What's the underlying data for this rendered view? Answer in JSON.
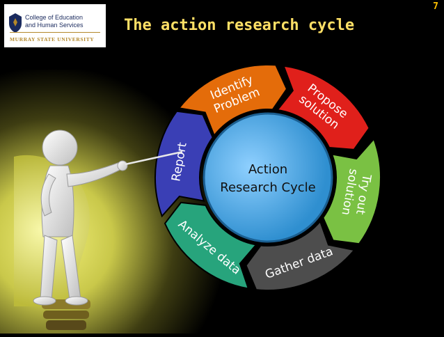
{
  "logo": {
    "line1": "College of Education",
    "line2": "and Human Services",
    "line3": "MURRAY STATE UNIVERSITY"
  },
  "title": "The action research cycle",
  "page_number": "7",
  "cycle": {
    "center_line1": "Action",
    "center_line2": "Research Cycle",
    "segments": [
      {
        "line1": "Identify",
        "line2": "Problem",
        "color": "#e46c0a"
      },
      {
        "line1": "Propose",
        "line2": "solution",
        "color": "#e0201b"
      },
      {
        "line1": "Try out",
        "line2": "solution",
        "color": "#7ac143"
      },
      {
        "line1": "Gather data",
        "line2": "",
        "color": "#4d4d4d"
      },
      {
        "line1": "Analyze data",
        "line2": "",
        "color": "#27a47c"
      },
      {
        "line1": "Report",
        "line2": "",
        "color": "#3a3fb5"
      }
    ],
    "center_color": "#2f8fd0"
  },
  "colors": {
    "title": "#ffe066",
    "page_number": "#ffc000",
    "bulb_glow": "#d8d75a"
  }
}
